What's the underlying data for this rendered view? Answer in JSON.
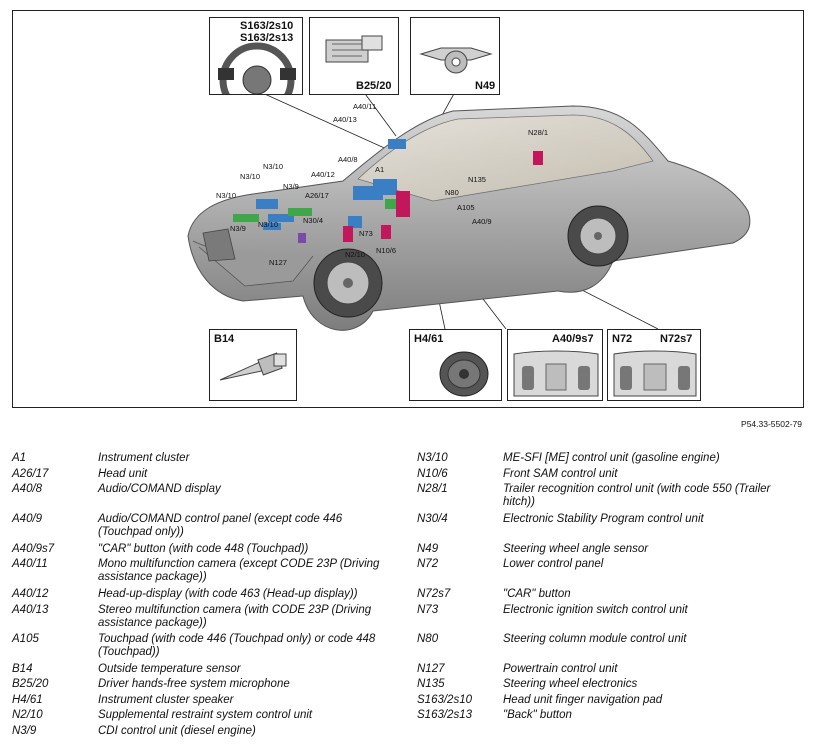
{
  "figure_ref": "P54.33-5502-79",
  "insets": {
    "steering_switch": {
      "line1": "S163/2s10",
      "line2": "S163/2s13"
    },
    "microphone": {
      "title": "B25/20"
    },
    "angle_sensor": {
      "title": "N49"
    },
    "temp_sensor": {
      "title": "B14"
    },
    "speaker": {
      "title": "H4/61"
    },
    "touchpad": {
      "title": "A40/9s7"
    },
    "control_panel": {
      "left": "N72",
      "right": "N72s7"
    }
  },
  "callouts": [
    {
      "id": "A40/11"
    },
    {
      "id": "A40/13"
    },
    {
      "id": "N28/1"
    },
    {
      "id": "A40/8"
    },
    {
      "id": "A1"
    },
    {
      "id": "A40/12"
    },
    {
      "id": "N3/10"
    },
    {
      "id": "N3/10"
    },
    {
      "id": "N3/9"
    },
    {
      "id": "A26/17"
    },
    {
      "id": "N135"
    },
    {
      "id": "N80"
    },
    {
      "id": "N3/10"
    },
    {
      "id": "N3/9"
    },
    {
      "id": "N3/10"
    },
    {
      "id": "A105"
    },
    {
      "id": "A40/9"
    },
    {
      "id": "N30/4"
    },
    {
      "id": "N73"
    },
    {
      "id": "N10/6"
    },
    {
      "id": "N2/10"
    },
    {
      "id": "N127"
    }
  ],
  "legend_left": [
    {
      "code": "A1",
      "desc": "Instrument cluster"
    },
    {
      "code": "A26/17",
      "desc": "Head unit"
    },
    {
      "code": "A40/8",
      "desc": "Audio/COMAND display"
    },
    {
      "code": "A40/9",
      "desc": "Audio/COMAND control panel (except code 446 (Touchpad only))"
    },
    {
      "code": "A40/9s7",
      "desc": "\"CAR\" button (with code 448 (Touchpad))"
    },
    {
      "code": "A40/11",
      "desc": "Mono multifunction camera (except CODE 23P (Driving assistance package))"
    },
    {
      "code": "A40/12",
      "desc": "Head-up-display (with code 463 (Head-up display))"
    },
    {
      "code": "A40/13",
      "desc": "Stereo multifunction camera (with CODE 23P (Driving assistance package))"
    },
    {
      "code": "A105",
      "desc": "Touchpad (with code 446 (Touchpad only) or code 448 (Touchpad))"
    },
    {
      "code": "B14",
      "desc": "Outside temperature sensor"
    },
    {
      "code": "B25/20",
      "desc": "Driver hands-free system microphone"
    },
    {
      "code": "H4/61",
      "desc": "Instrument cluster speaker"
    },
    {
      "code": "N2/10",
      "desc": "Supplemental restraint system control unit"
    },
    {
      "code": "N3/9",
      "desc": "CDI control unit (diesel engine)"
    }
  ],
  "legend_right": [
    {
      "code": "N3/10",
      "desc": "ME-SFI [ME] control unit (gasoline engine)"
    },
    {
      "code": "N10/6",
      "desc": "Front SAM control unit"
    },
    {
      "code": "N28/1",
      "desc": "Trailer recognition control unit (with code 550 (Trailer hitch))"
    },
    {
      "code": "N30/4",
      "desc": "Electronic Stability Program control unit"
    },
    {
      "code": "N49",
      "desc": "Steering wheel angle sensor"
    },
    {
      "code": "N72",
      "desc": "Lower control panel"
    },
    {
      "code": "N72s7",
      "desc": "\"CAR\" button"
    },
    {
      "code": "N73",
      "desc": "Electronic ignition switch control unit"
    },
    {
      "code": "N80",
      "desc": "Steering column module control unit"
    },
    {
      "code": "N127",
      "desc": "Powertrain control unit"
    },
    {
      "code": "N135",
      "desc": "Steering wheel electronics"
    },
    {
      "code": "S163/2s10",
      "desc": "Head unit finger navigation pad"
    },
    {
      "code": "S163/2s13",
      "desc": "\"Back\" button"
    }
  ],
  "colors": {
    "component_blue": "#3a7fc4",
    "component_green": "#3fa64a",
    "component_magenta": "#c2185b",
    "car_body": "#b9b9b9"
  }
}
